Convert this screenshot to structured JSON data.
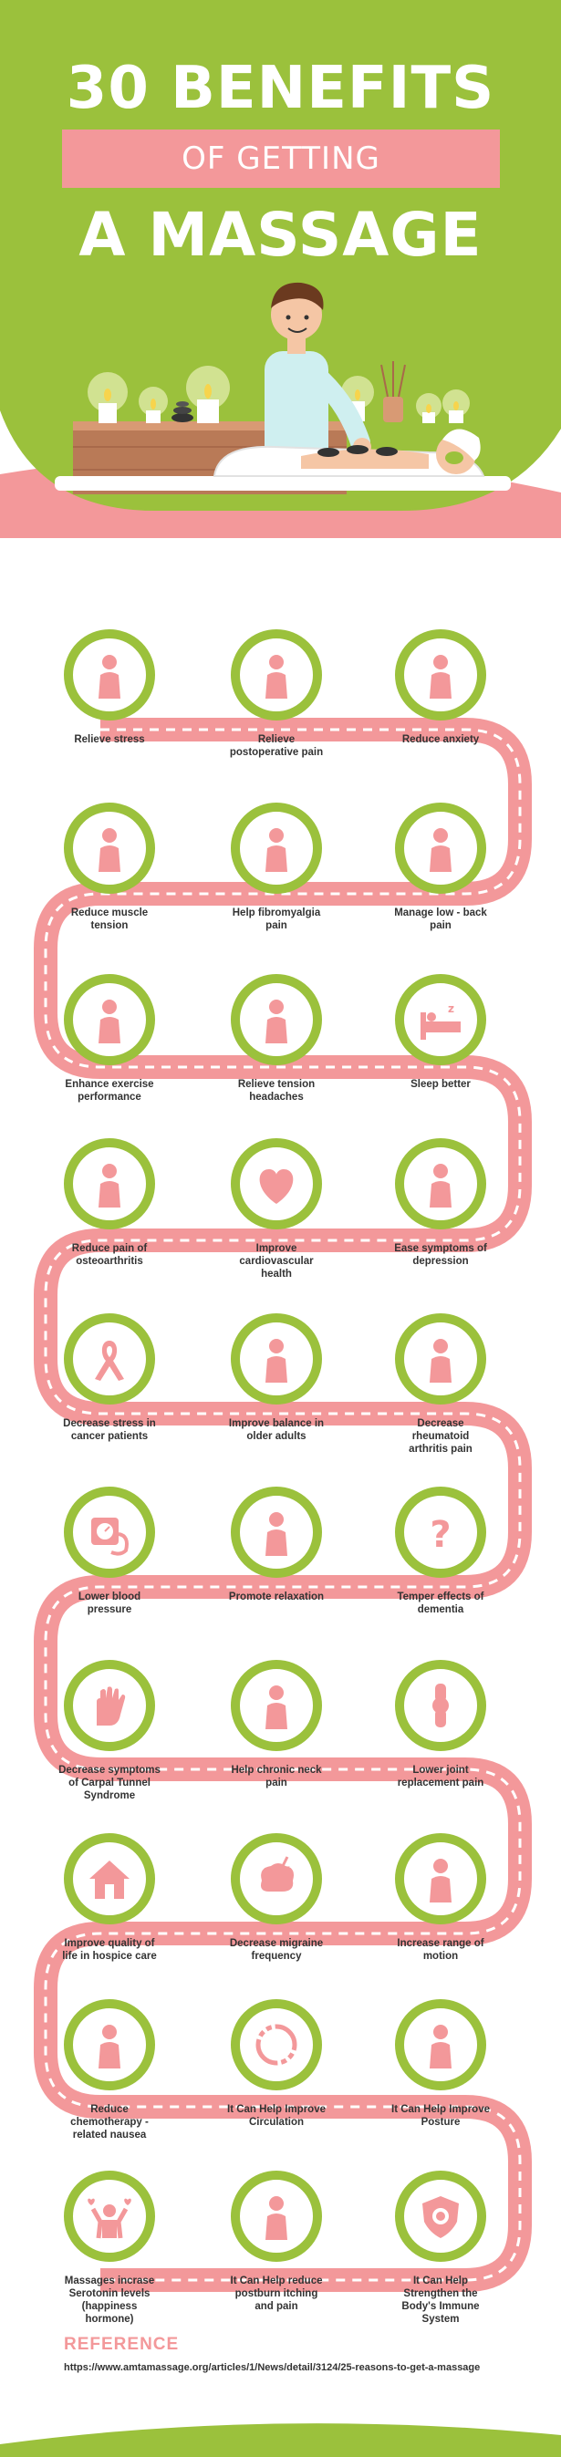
{
  "header": {
    "title_top": "30 BENEFITS",
    "title_band": "OF GETTING",
    "title_bottom": "A MASSAGE"
  },
  "colors": {
    "green": "#9bc13c",
    "pink": "#f3989a",
    "wood": "#b97a57",
    "skin": "#f5c6a5",
    "teal": "#cfeff0"
  },
  "benefits": [
    {
      "label": "Relieve stress",
      "icon": "stressed-person-icon"
    },
    {
      "label": "Relieve\npostoperative pain",
      "icon": "surgery-bed-icon"
    },
    {
      "label": "Reduce anxiety",
      "icon": "curled-person-icon"
    },
    {
      "label": "Reduce muscle\ntension",
      "icon": "person-down-arrow-icon"
    },
    {
      "label": "Help fibromyalgia\npain",
      "icon": "person-on-bed-icon"
    },
    {
      "label": "Manage low - back\npain",
      "icon": "back-pain-icon"
    },
    {
      "label": "Enhance exercise\nperformance",
      "icon": "jump-rope-icon"
    },
    {
      "label": "Relieve tension\nheadaches",
      "icon": "headache-icon"
    },
    {
      "label": "Sleep better",
      "icon": "sleeping-bed-icon"
    },
    {
      "label": "Reduce pain of\nosteoarthritis",
      "icon": "kneeling-person-icon"
    },
    {
      "label": "Improve\ncardiovascular\nhealth",
      "icon": "heart-icon"
    },
    {
      "label": "Ease symptoms of\ndepression",
      "icon": "arms-up-person-icon"
    },
    {
      "label": "Decrease stress in\ncancer patients",
      "icon": "awareness-ribbon-icon"
    },
    {
      "label": "Improve balance in\nolder adults",
      "icon": "walker-icon"
    },
    {
      "label": "Decrease\nrheumatoid\narthritis pain",
      "icon": "arthritis-person-icon"
    },
    {
      "label": "Lower blood\npressure",
      "icon": "blood-pressure-icon"
    },
    {
      "label": "Promote relaxation",
      "icon": "relaxation-icon"
    },
    {
      "label": "Temper effects of\ndementia",
      "icon": "question-mark-icon"
    },
    {
      "label": "Decrease symptoms\nof Carpal Tunnel\nSyndrome",
      "icon": "hand-pain-icon"
    },
    {
      "label": "Help chronic neck\npain",
      "icon": "neck-pain-icon"
    },
    {
      "label": "Lower joint\nreplacement pain",
      "icon": "knee-joint-icon"
    },
    {
      "label": "Improve quality of\nlife in hospice care",
      "icon": "house-icon"
    },
    {
      "label": "Decrease migraine\nfrequency",
      "icon": "brain-lightning-icon"
    },
    {
      "label": "Increase range of\nmotion",
      "icon": "running-person-icon"
    },
    {
      "label": "Reduce\nchemotherapy -\nrelated nausea",
      "icon": "nausea-person-icon"
    },
    {
      "label": "It Can Help Improve\nCirculation",
      "icon": "circulation-arrows-icon"
    },
    {
      "label": "It Can Help Improve\nPosture",
      "icon": "meditating-person-icon"
    },
    {
      "label": "Massages incrase\nSerotonin levels\n(happiness\nhormone)",
      "icon": "happy-hearts-icon"
    },
    {
      "label": "It Can Help reduce\npostburn itching\nand pain",
      "icon": "itching-person-icon"
    },
    {
      "label": "It Can Help\nStrengthen the\nBody's Immune\nSystem",
      "icon": "immune-shield-icon"
    }
  ],
  "reference": {
    "title": "REFERENCE",
    "url": "https://www.amtamassage.org/articles/1/News/detail/3124/25-reasons-to-get-a-massage"
  }
}
